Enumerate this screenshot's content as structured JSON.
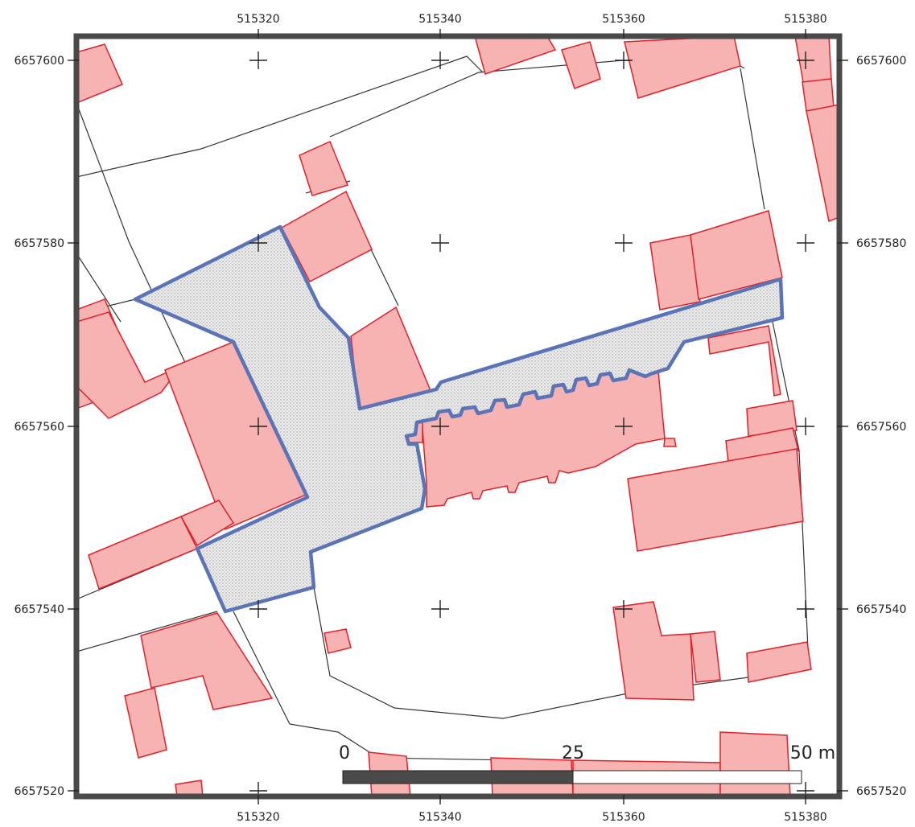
{
  "map": {
    "x_labels_top": [
      "515320",
      "515340",
      "515360",
      "515380"
    ],
    "x_labels_bottom": [
      "515320",
      "515340",
      "515360",
      "515380"
    ],
    "y_labels_left": [
      "6657600",
      "6657580",
      "6657560",
      "6657540",
      "6657520"
    ],
    "y_labels_right": [
      "6657600",
      "6657580",
      "6657560",
      "6657540",
      "6657520"
    ],
    "scale_bar": {
      "label_start": "0",
      "label_mid": "25",
      "label_end": "50 m"
    },
    "colors": {
      "building_fill": "#f7b2b2",
      "building_stroke": "#e0202a",
      "highlight_stroke": "#5b74b8",
      "highlight_fill": "#e4e4e4",
      "frame": "#4a4a4a",
      "scale_dark": "#4a4a4a"
    }
  }
}
